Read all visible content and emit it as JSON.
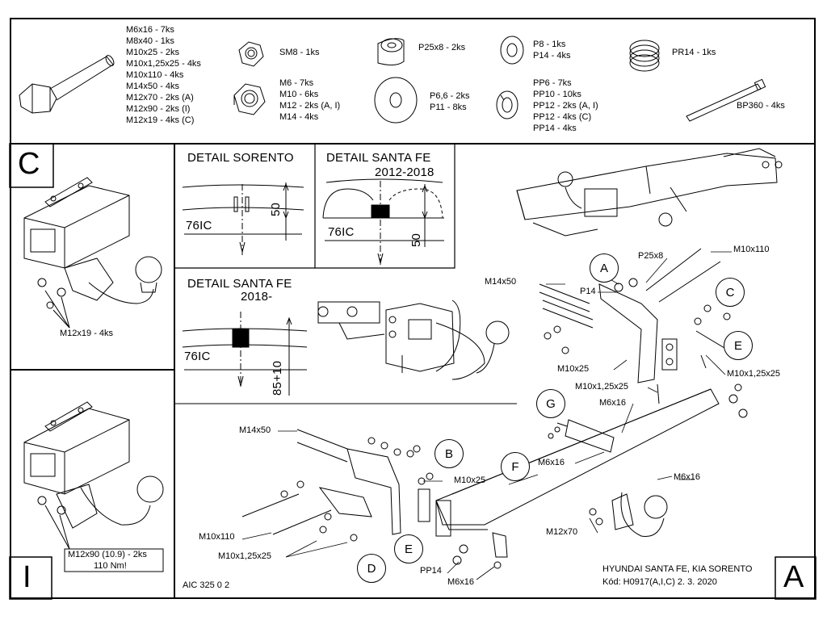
{
  "hardware": {
    "bolts": [
      "M6x16 - 7ks",
      "M8x40 - 1ks",
      "M10x25 - 2ks",
      "M10x1,25x25 - 4ks",
      "M10x110 - 4ks",
      "M14x50 - 4ks",
      "M12x70 - 2ks (A)",
      "M12x90 - 2ks (I)",
      "M12x19 - 4ks (C)"
    ],
    "self_lock_nut": "SM8 - 1ks",
    "nuts": [
      "M6 - 7ks",
      "M10 - 6ks",
      "M12 - 2ks (A, I)",
      "M14 - 4ks"
    ],
    "spacer": "P25x8 - 2ks",
    "flat_washers_large": [
      "P6,6 - 2ks",
      "P11 - 8ks"
    ],
    "flat_washers_small": [
      "P8 - 1ks",
      "P14 - 4ks"
    ],
    "spring_washers": [
      "PP6 - 7ks",
      "PP10 - 10ks",
      "PP12 - 2ks (A, I)",
      "PP12 - 4ks (C)",
      "PP14 - 4ks"
    ],
    "spring": "PR14 - 1ks",
    "cable_tie": "BP360 - 4ks"
  },
  "variants": {
    "c_letter": "C",
    "c_bolt_label": "M12x19 - 4ks",
    "i_letter": "I",
    "i_bolt_label": "M12x90 (10.9) - 2ks",
    "i_torque": "110 Nm!",
    "a_letter": "A"
  },
  "details": {
    "sorento": {
      "title": "DETAIL SORENTO",
      "dim_h": "76IC",
      "dim_v": "50"
    },
    "santa_fe_2012": {
      "title": "DETAIL SANTA FE",
      "subtitle": "2012-2018",
      "dim_h": "76IC",
      "dim_v": "50"
    },
    "santa_fe_2018": {
      "title": "DETAIL SANTA FE",
      "subtitle": "2018-",
      "dim_h": "76IC",
      "dim_v": "85+10"
    }
  },
  "callouts": {
    "A": "A",
    "B": "B",
    "C": "C",
    "D": "D",
    "E": "E",
    "F": "F",
    "G": "G"
  },
  "labels": {
    "m14x50": "M14x50",
    "p14": "P14",
    "p25x8": "P25x8",
    "m10x110": "M10x110",
    "m10x25": "M10x25",
    "m10x125x25": "M10x1,25x25",
    "m6x16": "M6x16",
    "m12x70": "M12x70",
    "pp14": "PP14"
  },
  "footer": {
    "code_left": "AIC 325 0 2",
    "vehicle": "HYUNDAI SANTA FE, KIA SORENTO",
    "kod": "Kód: H0917(A,I,C)  2. 3. 2020"
  }
}
